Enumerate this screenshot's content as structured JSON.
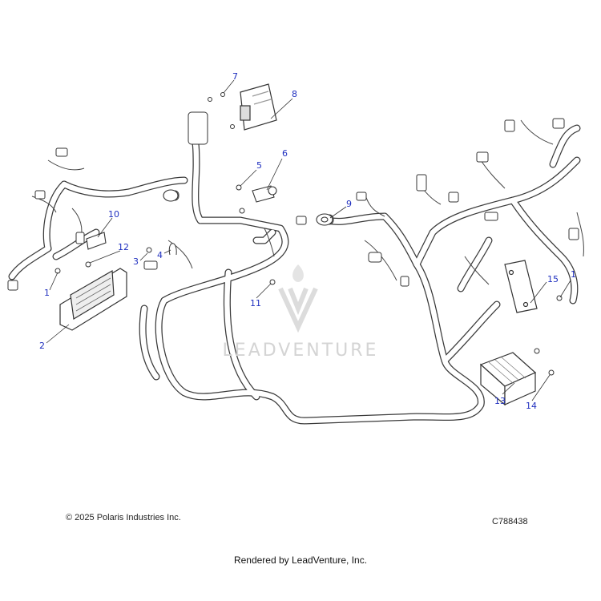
{
  "copyright": "© 2025 Polaris Industries Inc.",
  "part_code": "C788438",
  "rendered_by": "Rendered by LeadVenture, Inc.",
  "watermark_text": "LEADVENTURE",
  "callouts": {
    "c1a": "1",
    "c1b": "1",
    "c2": "2",
    "c3": "3",
    "c4": "4",
    "c5": "5",
    "c6": "6",
    "c7": "7",
    "c8": "8",
    "c9": "9",
    "c10": "10",
    "c11": "11",
    "c12": "12",
    "c13": "13",
    "c14": "14",
    "c15": "15"
  },
  "colors": {
    "callout": "#1f2fbf",
    "line_art": "#3a3a3a",
    "watermark": "#d4d4d4"
  }
}
